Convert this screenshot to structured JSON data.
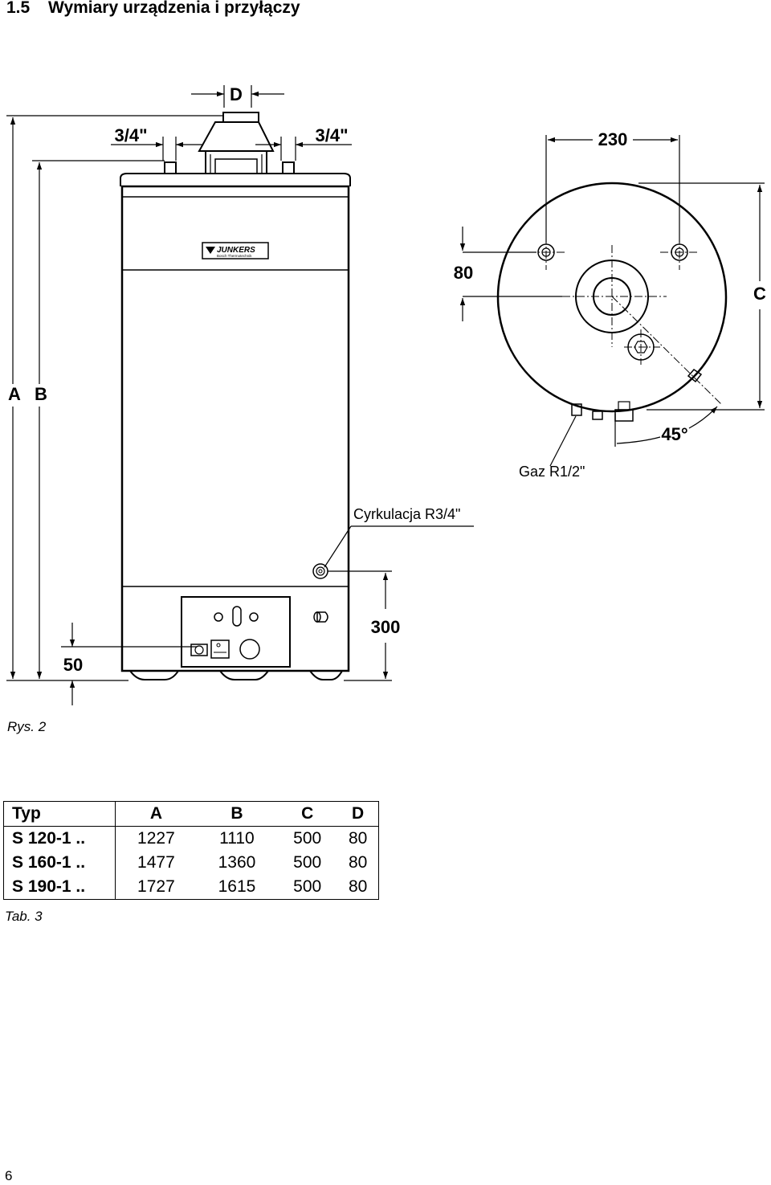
{
  "section": {
    "number": "1.5",
    "title": "Wymiary urządzenia i przyłączy"
  },
  "drawing": {
    "label_D": "D",
    "label_pipe_left": "3/4\"",
    "label_pipe_right": "3/4\"",
    "label_230": "230",
    "label_80": "80",
    "label_C": "C",
    "label_A": "A",
    "label_B": "B",
    "label_45": "45°",
    "label_gas": "Gaz R1/2\"",
    "label_circulation": "Cyrkulacja R3/4\"",
    "label_300": "300",
    "label_50": "50",
    "brand": "JUNKERS",
    "brand_sub": "Bosch Thermotechnik"
  },
  "figure_caption": "Rys. 2",
  "table": {
    "headers": [
      "Typ",
      "A",
      "B",
      "C",
      "D"
    ],
    "rows": [
      [
        "S 120-1 ..",
        "1227",
        "1110",
        "500",
        "80"
      ],
      [
        "S 160-1 ..",
        "1477",
        "1360",
        "500",
        "80"
      ],
      [
        "S 190-1 ..",
        "1727",
        "1615",
        "500",
        "80"
      ]
    ]
  },
  "table_caption": "Tab. 3",
  "page_number": "6"
}
